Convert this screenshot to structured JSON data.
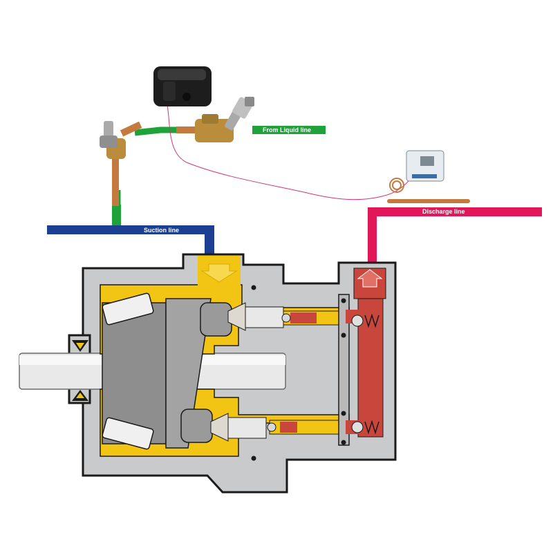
{
  "labels": {
    "liquid_line": "From Liquid line",
    "suction_line": "Suction line",
    "discharge_line": "Discharge line"
  },
  "colors": {
    "liquid_line": "#1fa23a",
    "suction_line": "#1c3f94",
    "discharge_line": "#e2175a",
    "oil_chamber": "#f2c414",
    "discharge_chamber": "#c9463d",
    "housing": "#c9cacb",
    "housing_outline": "#1a1a1a",
    "copper_pipe": "#c47a3f",
    "control_wire": "#d6337a"
  },
  "icons": [
    "solenoid-coil-icon",
    "solenoid-valve-icon",
    "expansion-valve-icon",
    "pressure-switch-icon",
    "up-arrow-icon",
    "down-arrow-icon"
  ]
}
